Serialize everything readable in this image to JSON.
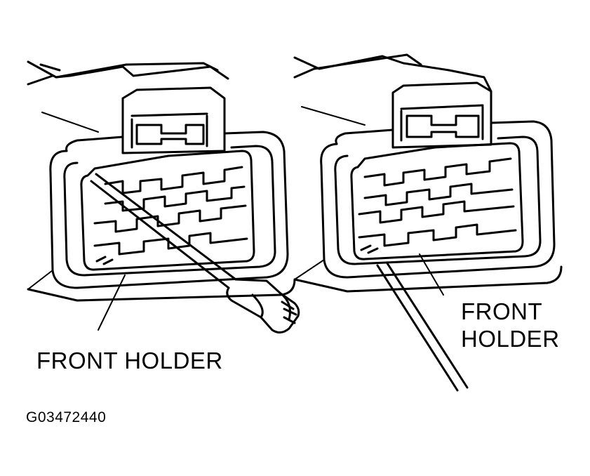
{
  "labels": {
    "left": "FRONT HOLDER",
    "right_line1": "FRONT",
    "right_line2": "HOLDER"
  },
  "figure_id": "G03472440",
  "colors": {
    "ink": "#000000",
    "paper": "#ffffff"
  }
}
